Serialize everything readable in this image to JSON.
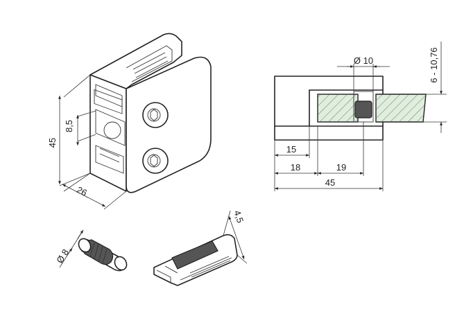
{
  "dimensions": {
    "height": "45",
    "depth": "26",
    "slot": "8,5",
    "bore_diameter": "Ø 10",
    "glass_thickness": "6 - 10,76",
    "offset_15": "15",
    "offset_18": "18",
    "offset_19": "19",
    "width": "45",
    "pin_diameter": "Ø 8",
    "insert_thickness": "4,5"
  },
  "colors": {
    "line": "#222222",
    "glass_fill": "#dfeedd",
    "rubber": "#555555"
  }
}
